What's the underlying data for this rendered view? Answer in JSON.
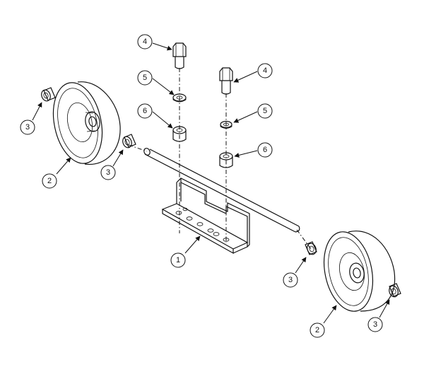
{
  "diagram": {
    "type": "exploded-assembly",
    "callouts": [
      {
        "id": "c1",
        "label": "1"
      },
      {
        "id": "c2a",
        "label": "2"
      },
      {
        "id": "c2b",
        "label": "2"
      },
      {
        "id": "c3a",
        "label": "3"
      },
      {
        "id": "c3b",
        "label": "3"
      },
      {
        "id": "c3c",
        "label": "3"
      },
      {
        "id": "c3d",
        "label": "3"
      },
      {
        "id": "c4a",
        "label": "4"
      },
      {
        "id": "c4b",
        "label": "4"
      },
      {
        "id": "c5a",
        "label": "5"
      },
      {
        "id": "c5b",
        "label": "5"
      },
      {
        "id": "c6a",
        "label": "6"
      },
      {
        "id": "c6b",
        "label": "6"
      }
    ]
  }
}
